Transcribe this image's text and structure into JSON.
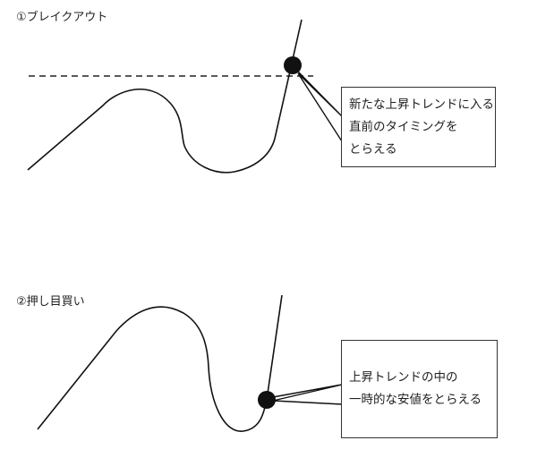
{
  "section1": {
    "title": "①ブレイクアウト",
    "callout_lines": [
      "新たな上昇トレンドに入る",
      "直前のタイミングを",
      "とらえる"
    ]
  },
  "section2": {
    "title": "②押し目買い",
    "callout_lines": [
      "上昇トレンドの中の",
      "一時的な安値をとらえる"
    ]
  }
}
